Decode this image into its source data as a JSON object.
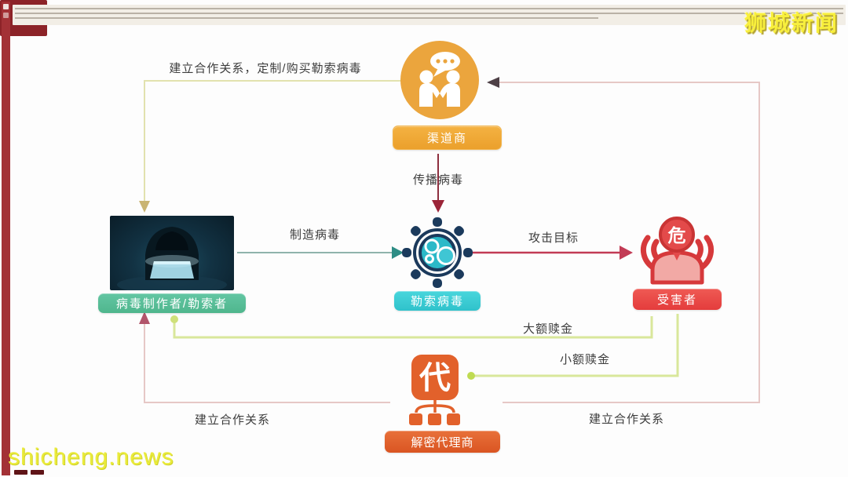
{
  "branding": {
    "logo": "狮城新闻",
    "watermark": "shicheng.news"
  },
  "nodes": {
    "channel": {
      "label": "渠道商"
    },
    "hacker": {
      "label": "病毒制作者/勒索者"
    },
    "virus": {
      "label": "勒索病毒"
    },
    "victim": {
      "label": "受害者",
      "badge": "危"
    },
    "agent": {
      "label": "解密代理商",
      "badge": "代"
    }
  },
  "edges": {
    "coop_buy": {
      "label": "建立合作关系，定制/购买勒索病毒"
    },
    "spread": {
      "label": "传播病毒"
    },
    "make": {
      "label": "制造病毒"
    },
    "attack": {
      "label": "攻击目标"
    },
    "large_ransom": {
      "label": "大额赎金"
    },
    "small_ransom": {
      "label": "小额赎金"
    },
    "coop_left": {
      "label": "建立合作关系"
    },
    "coop_right": {
      "label": "建立合作关系"
    }
  },
  "colors": {
    "channel": "#EBA53D",
    "hacker": "#57BE99",
    "virus": "#2BB9C8",
    "victim": "#E84A4A",
    "agent": "#E2612B",
    "line_yellow": "#E2E2AE",
    "line_green": "#D9E79B",
    "line_pink": "#E6C8C6",
    "arrow_attack": "#C23B55",
    "arrow_spread": "#8E2F3F",
    "arrow_make": "#2E8D85"
  }
}
